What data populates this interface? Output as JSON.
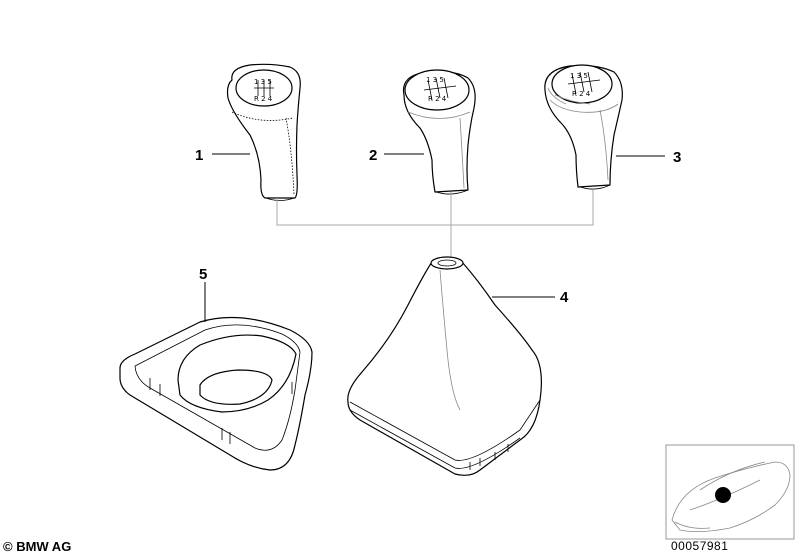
{
  "callouts": {
    "knob_leather": "1",
    "knob_grey": "2",
    "knob_wood": "3",
    "boot": "4",
    "frame": "5"
  },
  "shift_pattern": {
    "top": "1 3 5",
    "bottom": "R 2 4"
  },
  "footer": {
    "copyright": "© BMW AG",
    "document_number": "00057981"
  }
}
